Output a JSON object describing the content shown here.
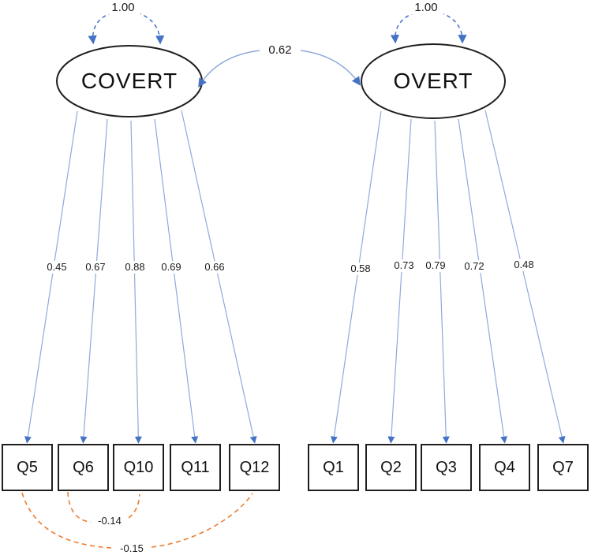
{
  "diagram": {
    "factors": [
      {
        "name": "COVERT",
        "variance": "1.00",
        "indicators": [
          "Q5",
          "Q6",
          "Q10",
          "Q11",
          "Q12"
        ],
        "loadings": [
          "0.45",
          "0.67",
          "0.88",
          "0.69",
          "0.66"
        ]
      },
      {
        "name": "OVERT",
        "variance": "1.00",
        "indicators": [
          "Q1",
          "Q2",
          "Q3",
          "Q4",
          "Q7"
        ],
        "loadings": [
          "0.58",
          "0.73",
          "0.79",
          "0.72",
          "0.48"
        ]
      }
    ],
    "factor_covariance": "0.62",
    "residual_covariances": [
      {
        "between": [
          "Q6",
          "Q10"
        ],
        "value": "-0.14"
      },
      {
        "between": [
          "Q5",
          "Q12"
        ],
        "value": "-0.15"
      }
    ],
    "colors": {
      "arrowhead_blue": "#4472c4",
      "line_blue": "#8faadc",
      "residual_orange": "#ed7d31",
      "shape_outline": "#1f1f1f",
      "background": "#ffffff"
    }
  }
}
